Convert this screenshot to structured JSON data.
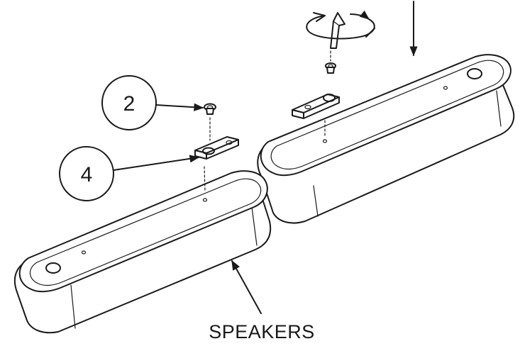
{
  "callouts": [
    {
      "number": "2",
      "part": "screw"
    },
    {
      "number": "4",
      "part": "bracket"
    }
  ],
  "label": "SPEAKERS",
  "icons": [
    "hex-key-icon",
    "rotation-arrow-icon",
    "down-arrow-icon"
  ]
}
